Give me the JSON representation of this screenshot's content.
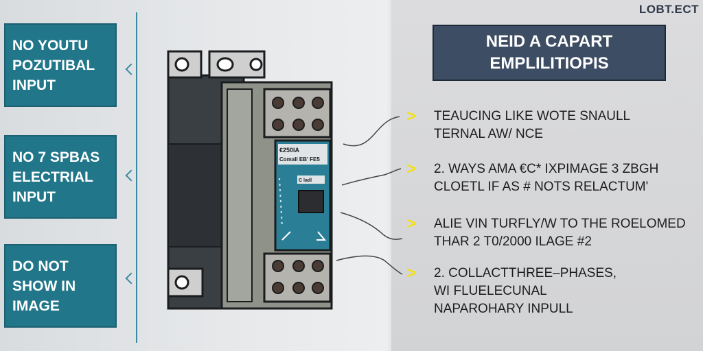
{
  "brand": "LOBT.ECT",
  "left_boxes": [
    {
      "text": "NO YOUTU\nPOZUTIBAL\nINPUT"
    },
    {
      "text": "NO 7 SPBAS\nELECTRIAL\nINPUT"
    },
    {
      "text": "DO NOT\nSHOW IN\nIMAGE"
    }
  ],
  "title": "NEID A CAPART\nEMPLILITIOPIS",
  "bullets": [
    {
      "text": "TEAUCING LIKE WOTE SNAULL\nTERNAL AW/ NCE"
    },
    {
      "text": "2. WAYS AMA €C* IXPIMAGE 3 ZBGH\nCLOETL IF AS # NOTS RELACTUM'"
    },
    {
      "text": "ALIE VIN TURFLY/W TO THE ROELOMED\nTHAR 2 T0/2000 ILAGE #2"
    },
    {
      "text": "2. COLLACTTHREE–PHASES,\nWI FLUELECUNAL\nNAPAROHARY INPULL"
    }
  ],
  "device": {
    "label_top": "€250IA",
    "label_model": "Comall EB' FE5",
    "label_small": "C ladl",
    "panel_color": "#2a7f96"
  }
}
